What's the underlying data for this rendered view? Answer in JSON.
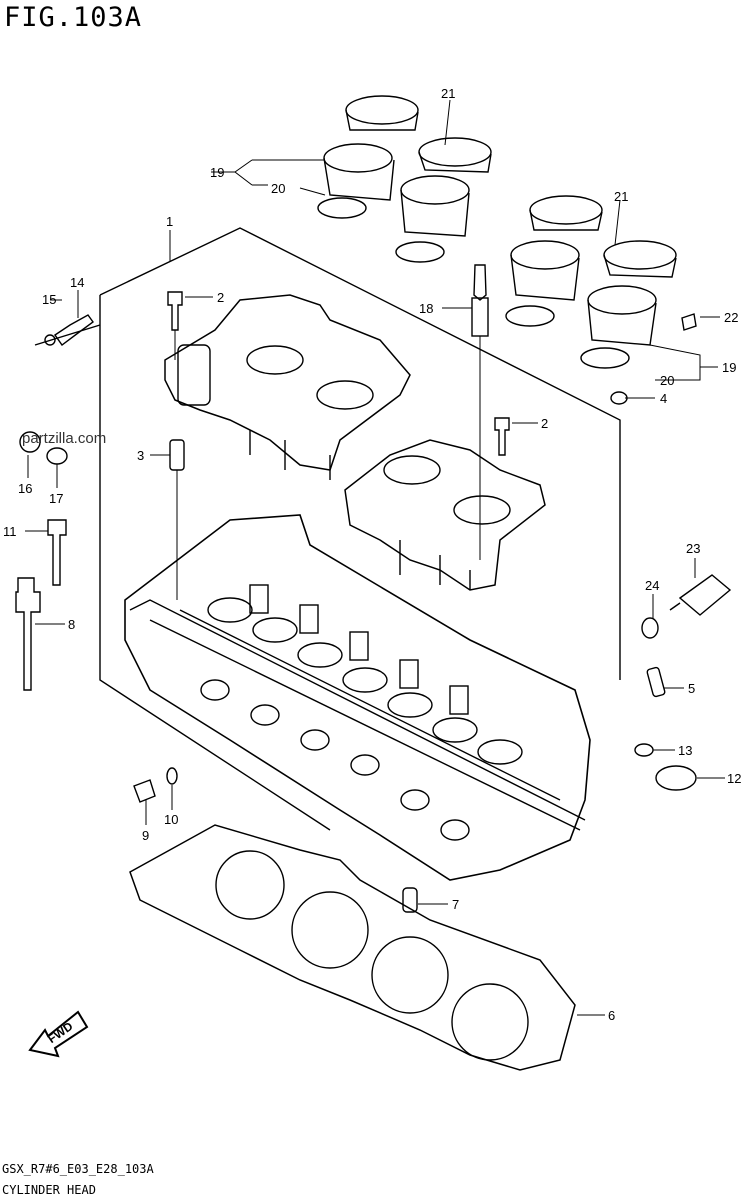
{
  "figure_title": "FIG.103A",
  "watermark": "partzilla.com",
  "fwd_label": "FWD",
  "footer_code": "GSX_R7#6_E03_E28_103A",
  "footer_name": "CYLINDER HEAD",
  "callouts": [
    {
      "id": "1",
      "label": "1"
    },
    {
      "id": "2a",
      "label": "2"
    },
    {
      "id": "2b",
      "label": "2"
    },
    {
      "id": "3",
      "label": "3"
    },
    {
      "id": "4",
      "label": "4"
    },
    {
      "id": "5",
      "label": "5"
    },
    {
      "id": "6",
      "label": "6"
    },
    {
      "id": "7",
      "label": "7"
    },
    {
      "id": "8",
      "label": "8"
    },
    {
      "id": "9",
      "label": "9"
    },
    {
      "id": "10",
      "label": "10"
    },
    {
      "id": "11",
      "label": "11"
    },
    {
      "id": "12",
      "label": "12"
    },
    {
      "id": "13",
      "label": "13"
    },
    {
      "id": "14",
      "label": "14"
    },
    {
      "id": "15",
      "label": "15"
    },
    {
      "id": "16",
      "label": "16"
    },
    {
      "id": "17",
      "label": "17"
    },
    {
      "id": "18",
      "label": "18"
    },
    {
      "id": "19a",
      "label": "19"
    },
    {
      "id": "19b",
      "label": "19"
    },
    {
      "id": "20a",
      "label": "20"
    },
    {
      "id": "20b",
      "label": "20"
    },
    {
      "id": "21a",
      "label": "21"
    },
    {
      "id": "21b",
      "label": "21"
    },
    {
      "id": "22",
      "label": "22"
    },
    {
      "id": "23",
      "label": "23"
    },
    {
      "id": "24",
      "label": "24"
    }
  ]
}
